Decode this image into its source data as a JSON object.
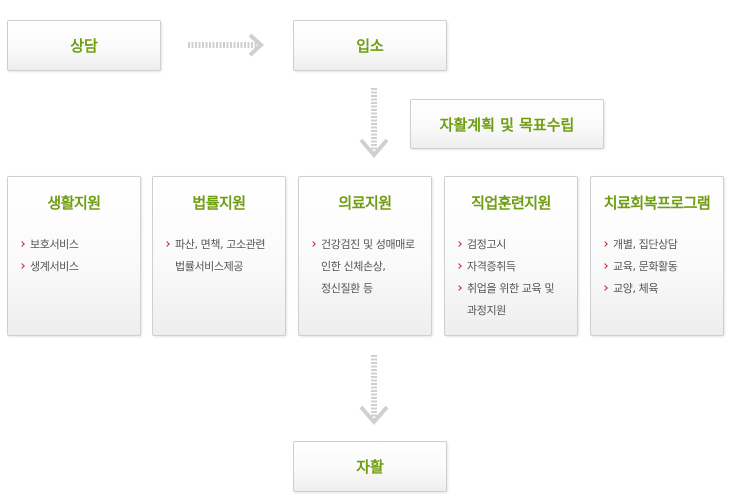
{
  "flow": {
    "counsel": "상담",
    "admission": "입소",
    "planning": "자활계획 및 목표수립",
    "rehabilitation": "자활"
  },
  "supports": [
    {
      "title": "생활지원",
      "items": [
        [
          "보호서비스"
        ],
        [
          "생계서비스"
        ]
      ]
    },
    {
      "title": "법률지원",
      "items": [
        [
          "파산, 면책, 고소관련",
          "법률서비스제공"
        ]
      ]
    },
    {
      "title": "의료지원",
      "items": [
        [
          "건강검진 및 성매매로",
          "인한 신체손상,",
          "정신질환 등"
        ]
      ]
    },
    {
      "title": "직업훈련지원",
      "items": [
        [
          "검정고시"
        ],
        [
          "자격증취득"
        ],
        [
          "취업을 위한 교육 및",
          "과정지원"
        ]
      ]
    },
    {
      "title": "치료회복프로그램",
      "items": [
        [
          "개별, 집단상담"
        ],
        [
          "교육, 문화활동"
        ],
        [
          "교양, 체육"
        ]
      ]
    }
  ],
  "colors": {
    "accent": "#6f9e12",
    "arrow": "#d0d0d0",
    "bullet": "#d2282d"
  }
}
